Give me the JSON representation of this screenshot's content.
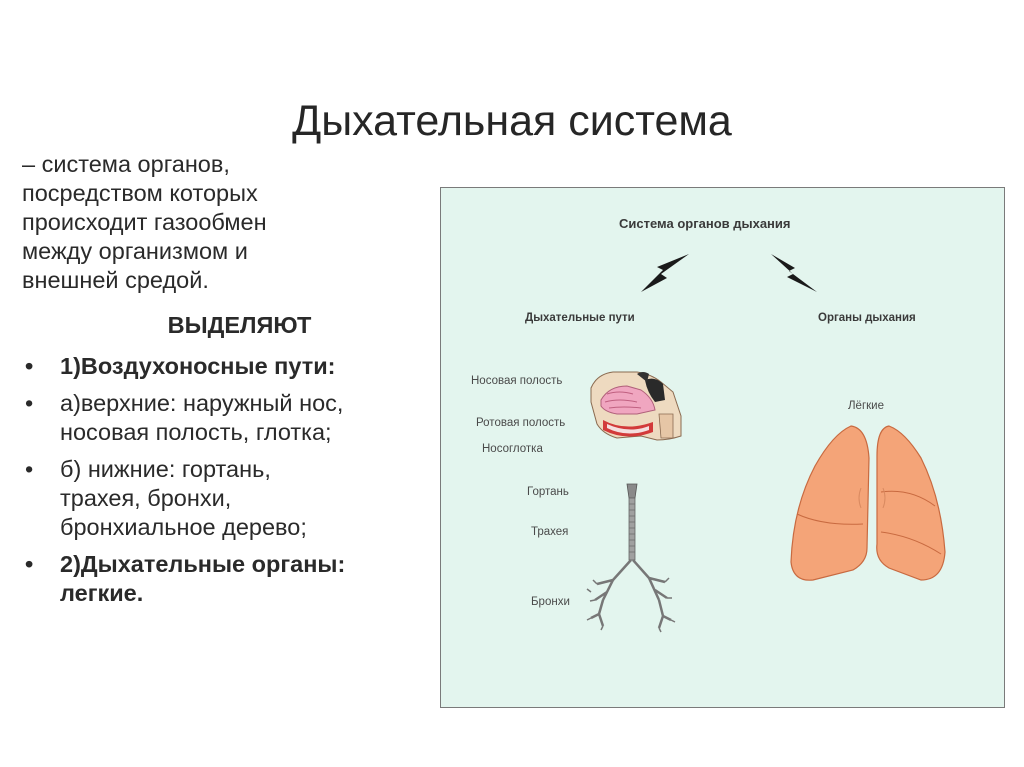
{
  "slide": {
    "title": "Дыхательная система",
    "definition_lines": [
      "– система органов,",
      "посредством которых",
      "происходит газообмен",
      "между организмом и",
      "внешней средой."
    ],
    "highlight": "ВЫДЕЛЯЮТ",
    "bullets": [
      {
        "lines": [
          "1)Воздухоносные пути:"
        ],
        "bold": true
      },
      {
        "lines": [
          "а)верхние: наружный нос,",
          "носовая полость, глотка;"
        ],
        "bold": false
      },
      {
        "lines": [
          "б) нижние:  гортань,",
          "трахея, бронхи,",
          "бронхиальное дерево;"
        ],
        "bold": false
      },
      {
        "lines": [
          "2)Дыхательные  органы:",
          "легкие."
        ],
        "bold": true
      }
    ]
  },
  "diagram": {
    "title": "Система органов дыхания",
    "left_heading": "Дыхательные пути",
    "right_heading": "Органы дыхания",
    "labels": {
      "nasal_cavity": "Носовая полость",
      "oral_cavity": "Ротовая полость",
      "nasopharynx": "Носоглотка",
      "larynx": "Гортань",
      "trachea": "Трахея",
      "bronchi": "Бронхи",
      "lungs": "Лёгкие"
    },
    "colors": {
      "panel_bg": "#e3f5ee",
      "lung_fill": "#f4a478",
      "lung_stroke": "#c86a40",
      "arrow": "#1a1a1a"
    }
  }
}
